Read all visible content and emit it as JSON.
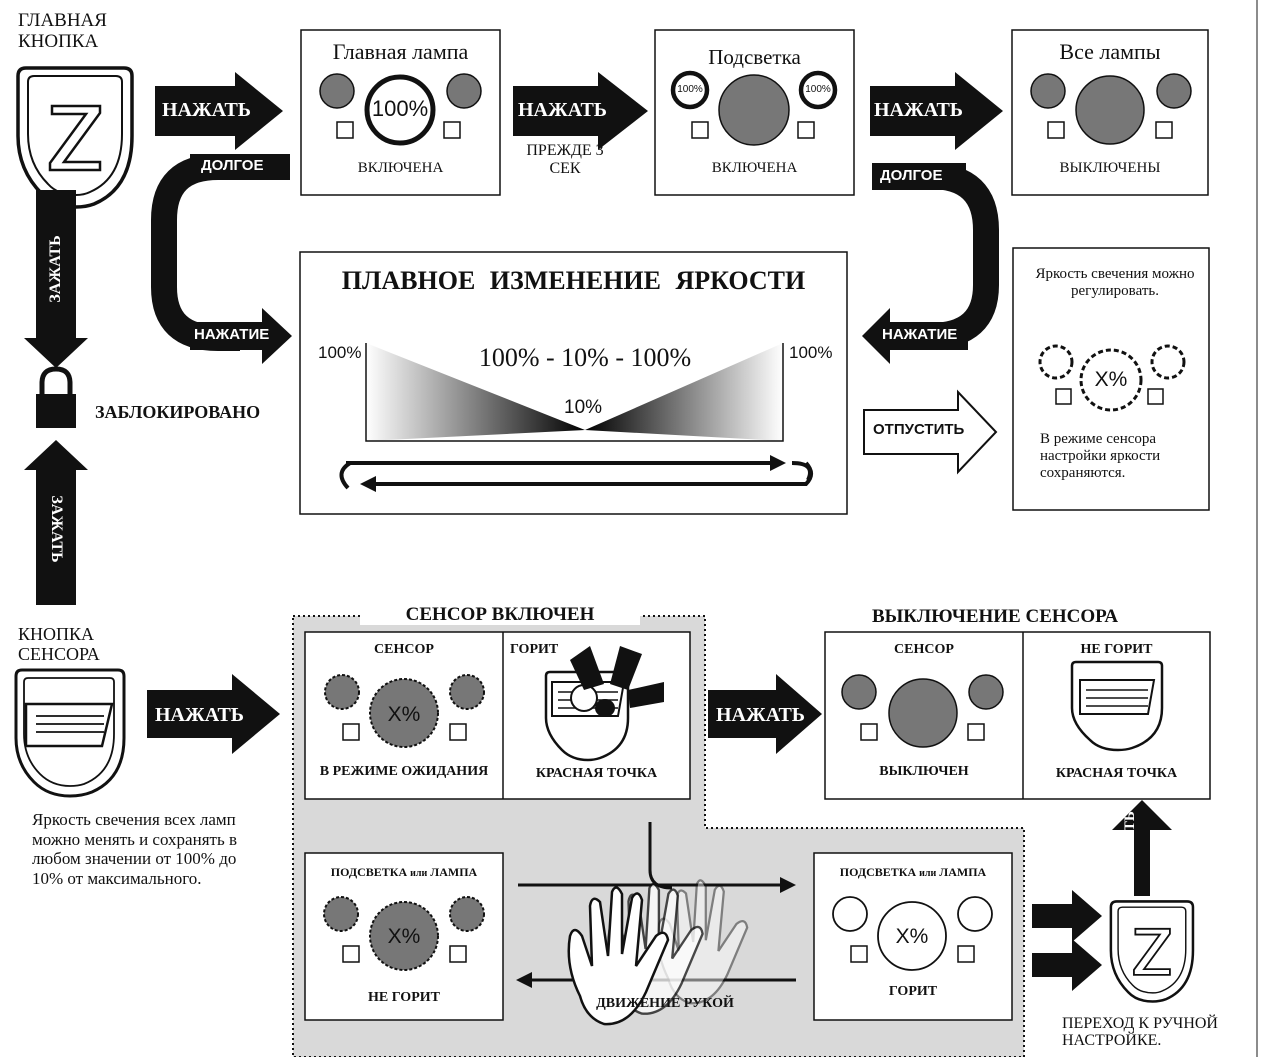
{
  "colors": {
    "lamp_gray": "#777777",
    "arrow": "#111111",
    "gray_zone": "#d9d9d9"
  },
  "main_button": {
    "title": "ГЛАВНАЯ КНОПКА",
    "icon": "z-logo-icon",
    "glyph": "Z"
  },
  "arrows": {
    "press": "НАЖАТЬ",
    "before_3s": "ПРЕЖДЕ 3 СЕК",
    "long": "ДОЛГОЕ",
    "press_short": "НАЖАТИЕ",
    "hold": "ЗАЖАТЬ",
    "release": "ОТПУСТИТЬ"
  },
  "states": {
    "main_lamp": {
      "title": "Главная лампа",
      "value": "100%",
      "status": "ВКЛЮЧЕНА"
    },
    "backlight": {
      "title": "Подсветка",
      "value_left": "100%",
      "value_right": "100%",
      "status": "ВКЛЮЧЕНА"
    },
    "all_lamps": {
      "title": "Все лампы",
      "status": "ВЫКЛЮЧЕНЫ"
    }
  },
  "dimming": {
    "title": "ПЛАВНОЕ ИЗМЕНЕНИЕ ЯРКОСТИ",
    "range": "100% - 10% - 100%",
    "left": "100%",
    "min": "10%",
    "right": "100%"
  },
  "adjust_note": {
    "text1": "Яркость свечения можно регулировать.",
    "value": "X%",
    "text2": "В режиме сенсора настройки яркости сохраняются."
  },
  "lock": {
    "label": "ЗАБЛОКИРОВАНО",
    "icon": "padlock-icon"
  },
  "sensor_button": {
    "title": "КНОПКА СЕНСОРА",
    "icon": "sensor-button-icon"
  },
  "brightness_note": "Яркость свечения всех ламп можно менять и сохранять в любом значении от 100% до 10% от максимального.",
  "sensor_on": {
    "title": "СЕНСОР ВКЛЮЧЕН",
    "standby": {
      "title": "СЕНСОР",
      "value": "X%",
      "status": "В РЕЖИМЕ ОЖИДАНИЯ"
    },
    "lit": {
      "title": "ГОРИТ",
      "status": "КРАСНАЯ ТОЧКА"
    }
  },
  "sensor_off": {
    "title": "ВЫКЛЮЧЕНИЕ СЕНСОРА",
    "state": {
      "title": "СЕНСОР",
      "status": "ВЫКЛЮЧЕН"
    },
    "unlit": {
      "title": "НЕ ГОРИТ",
      "status": "КРАСНАЯ ТОЧКА"
    }
  },
  "gesture": {
    "left_box": {
      "title_a": "ПОДСВЕТКА",
      "title_or": "или",
      "title_b": "ЛАМПА",
      "value": "X%",
      "status": "НЕ ГОРИТ"
    },
    "right_box": {
      "title_a": "ПОДСВЕТКА",
      "title_or": "или",
      "title_b": "ЛАМПА",
      "value": "X%",
      "status": "ГОРИТ"
    },
    "motion": "ДВИЖЕНИЕ РУКОЙ",
    "icon": "hand-wave-icon"
  },
  "manual": {
    "label": "ПЕРЕХОД К РУЧНОЙ НАСТРОЙКЕ.",
    "press": "НАЖАТЬ"
  }
}
